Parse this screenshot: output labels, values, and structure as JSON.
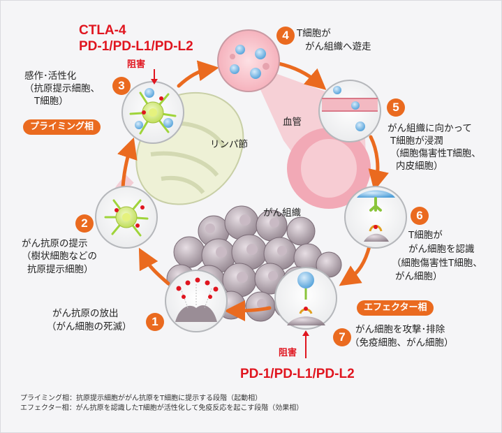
{
  "steps": [
    {
      "num": "1",
      "lines": [
        "がん抗原の放出",
        "（がん細胞の死滅）"
      ]
    },
    {
      "num": "2",
      "lines": [
        "がん抗原の提示",
        "（樹状細胞などの",
        "抗原提示細胞）"
      ]
    },
    {
      "num": "3",
      "lines": [
        "感作･活性化",
        "（抗原提示細胞、",
        "T細胞）"
      ]
    },
    {
      "num": "4",
      "lines": [
        "T細胞が",
        "がん組織へ遊走"
      ]
    },
    {
      "num": "5",
      "lines": [
        "がん組織に向かって",
        "T細胞が浸潤",
        "（細胞傷害性T細胞、",
        "内皮細胞）"
      ]
    },
    {
      "num": "6",
      "lines": [
        "T細胞が",
        "がん細胞を認識",
        "（細胞傷害性T細胞、",
        "がん細胞）"
      ]
    },
    {
      "num": "7",
      "lines": [
        "がん細胞を攻撃･排除",
        "（免疫細胞、がん細胞）"
      ]
    }
  ],
  "phases": {
    "priming": "プライミング相",
    "effector": "エフェクター相"
  },
  "checkpoints": {
    "top_line1": "CTLA-4",
    "top_line2": "PD-1/PD-L1/PD-L2",
    "top_block": "阻害",
    "bottom_line": "PD-1/PD-L1/PD-L2",
    "bottom_block": "阻害"
  },
  "tissue_labels": {
    "lymph": "リンパ節",
    "vessel": "血管",
    "tumor": "がん組織"
  },
  "footnotes": [
    "プライミング相：抗原提示細胞ががん抗原をT細胞に提示する段階（起動相）",
    "エフェクター相：がん抗原を認識したT細胞が活性化して免疫反応を起こす段階（効果相）"
  ],
  "colors": {
    "arrow": "#ea6a1f",
    "inhibit": "#e0151f",
    "badge": "#ea6a1f"
  }
}
